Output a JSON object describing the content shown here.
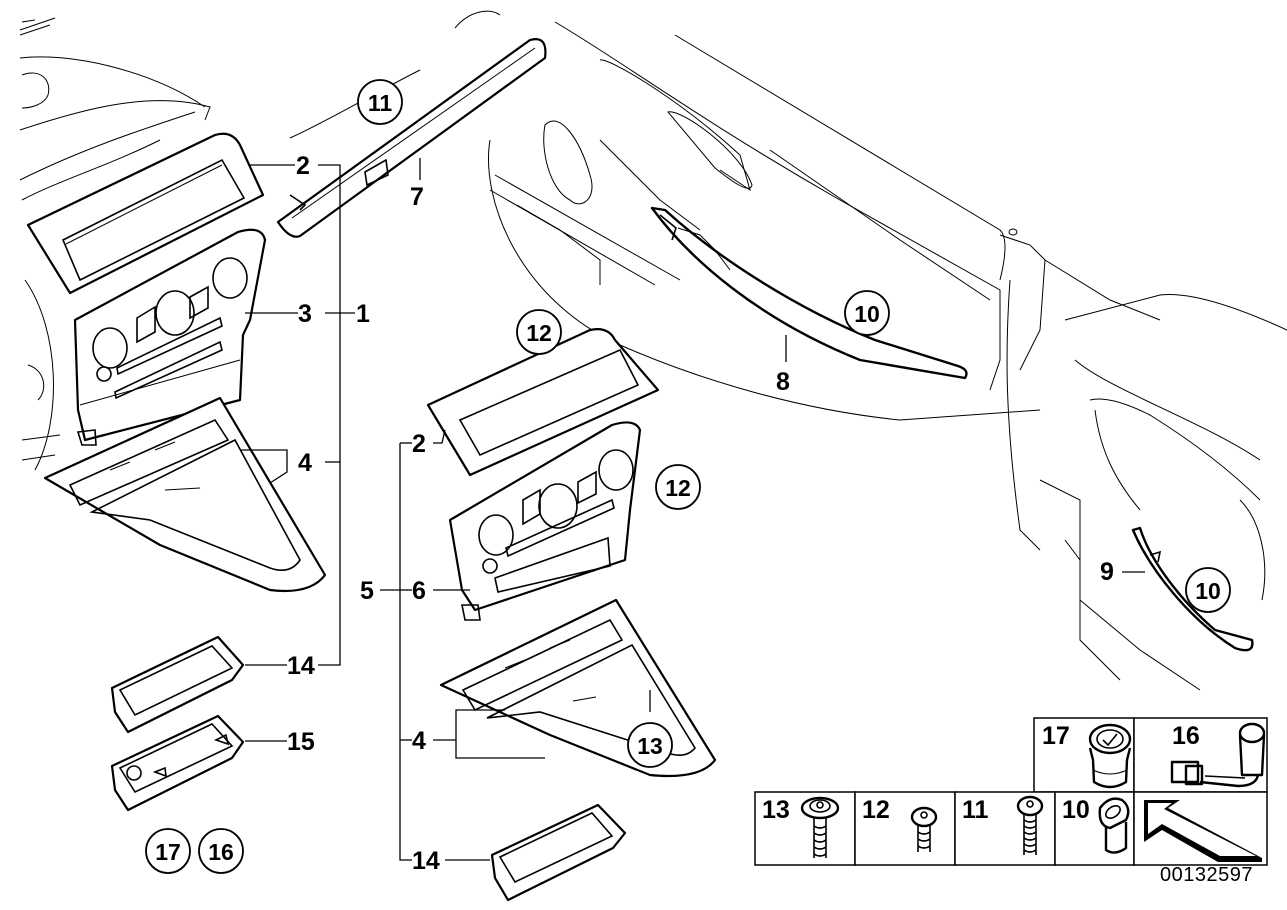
{
  "diagram": {
    "title": "Trim panels centre console / door trim parts diagram",
    "document_number": "00132597",
    "callouts": {
      "c1": "1",
      "c2a": "2",
      "c3": "3",
      "c4a": "4",
      "c14a": "14",
      "c15": "15",
      "c7": "7",
      "c8": "8",
      "c9": "9",
      "c5": "5",
      "c6": "6",
      "c2b": "2",
      "c4b": "4",
      "c14b": "14"
    },
    "circled_callouts": {
      "r11": "11",
      "r12a": "12",
      "r12b": "12",
      "r13": "13",
      "r10a": "10",
      "r10b": "10",
      "r17": "17",
      "r16": "16"
    },
    "legend": {
      "top_row": [
        {
          "number": "17",
          "part": "cigarette-lighter"
        },
        {
          "number": "16",
          "part": "lighter-socket-with-cable"
        }
      ],
      "bottom_row": [
        {
          "number": "13",
          "part": "screw-with-washer"
        },
        {
          "number": "12",
          "part": "short-screw"
        },
        {
          "number": "11",
          "part": "long-screw"
        },
        {
          "number": "10",
          "part": "clip-nut"
        },
        {
          "number": "",
          "part": "direction-arrow"
        }
      ]
    }
  }
}
